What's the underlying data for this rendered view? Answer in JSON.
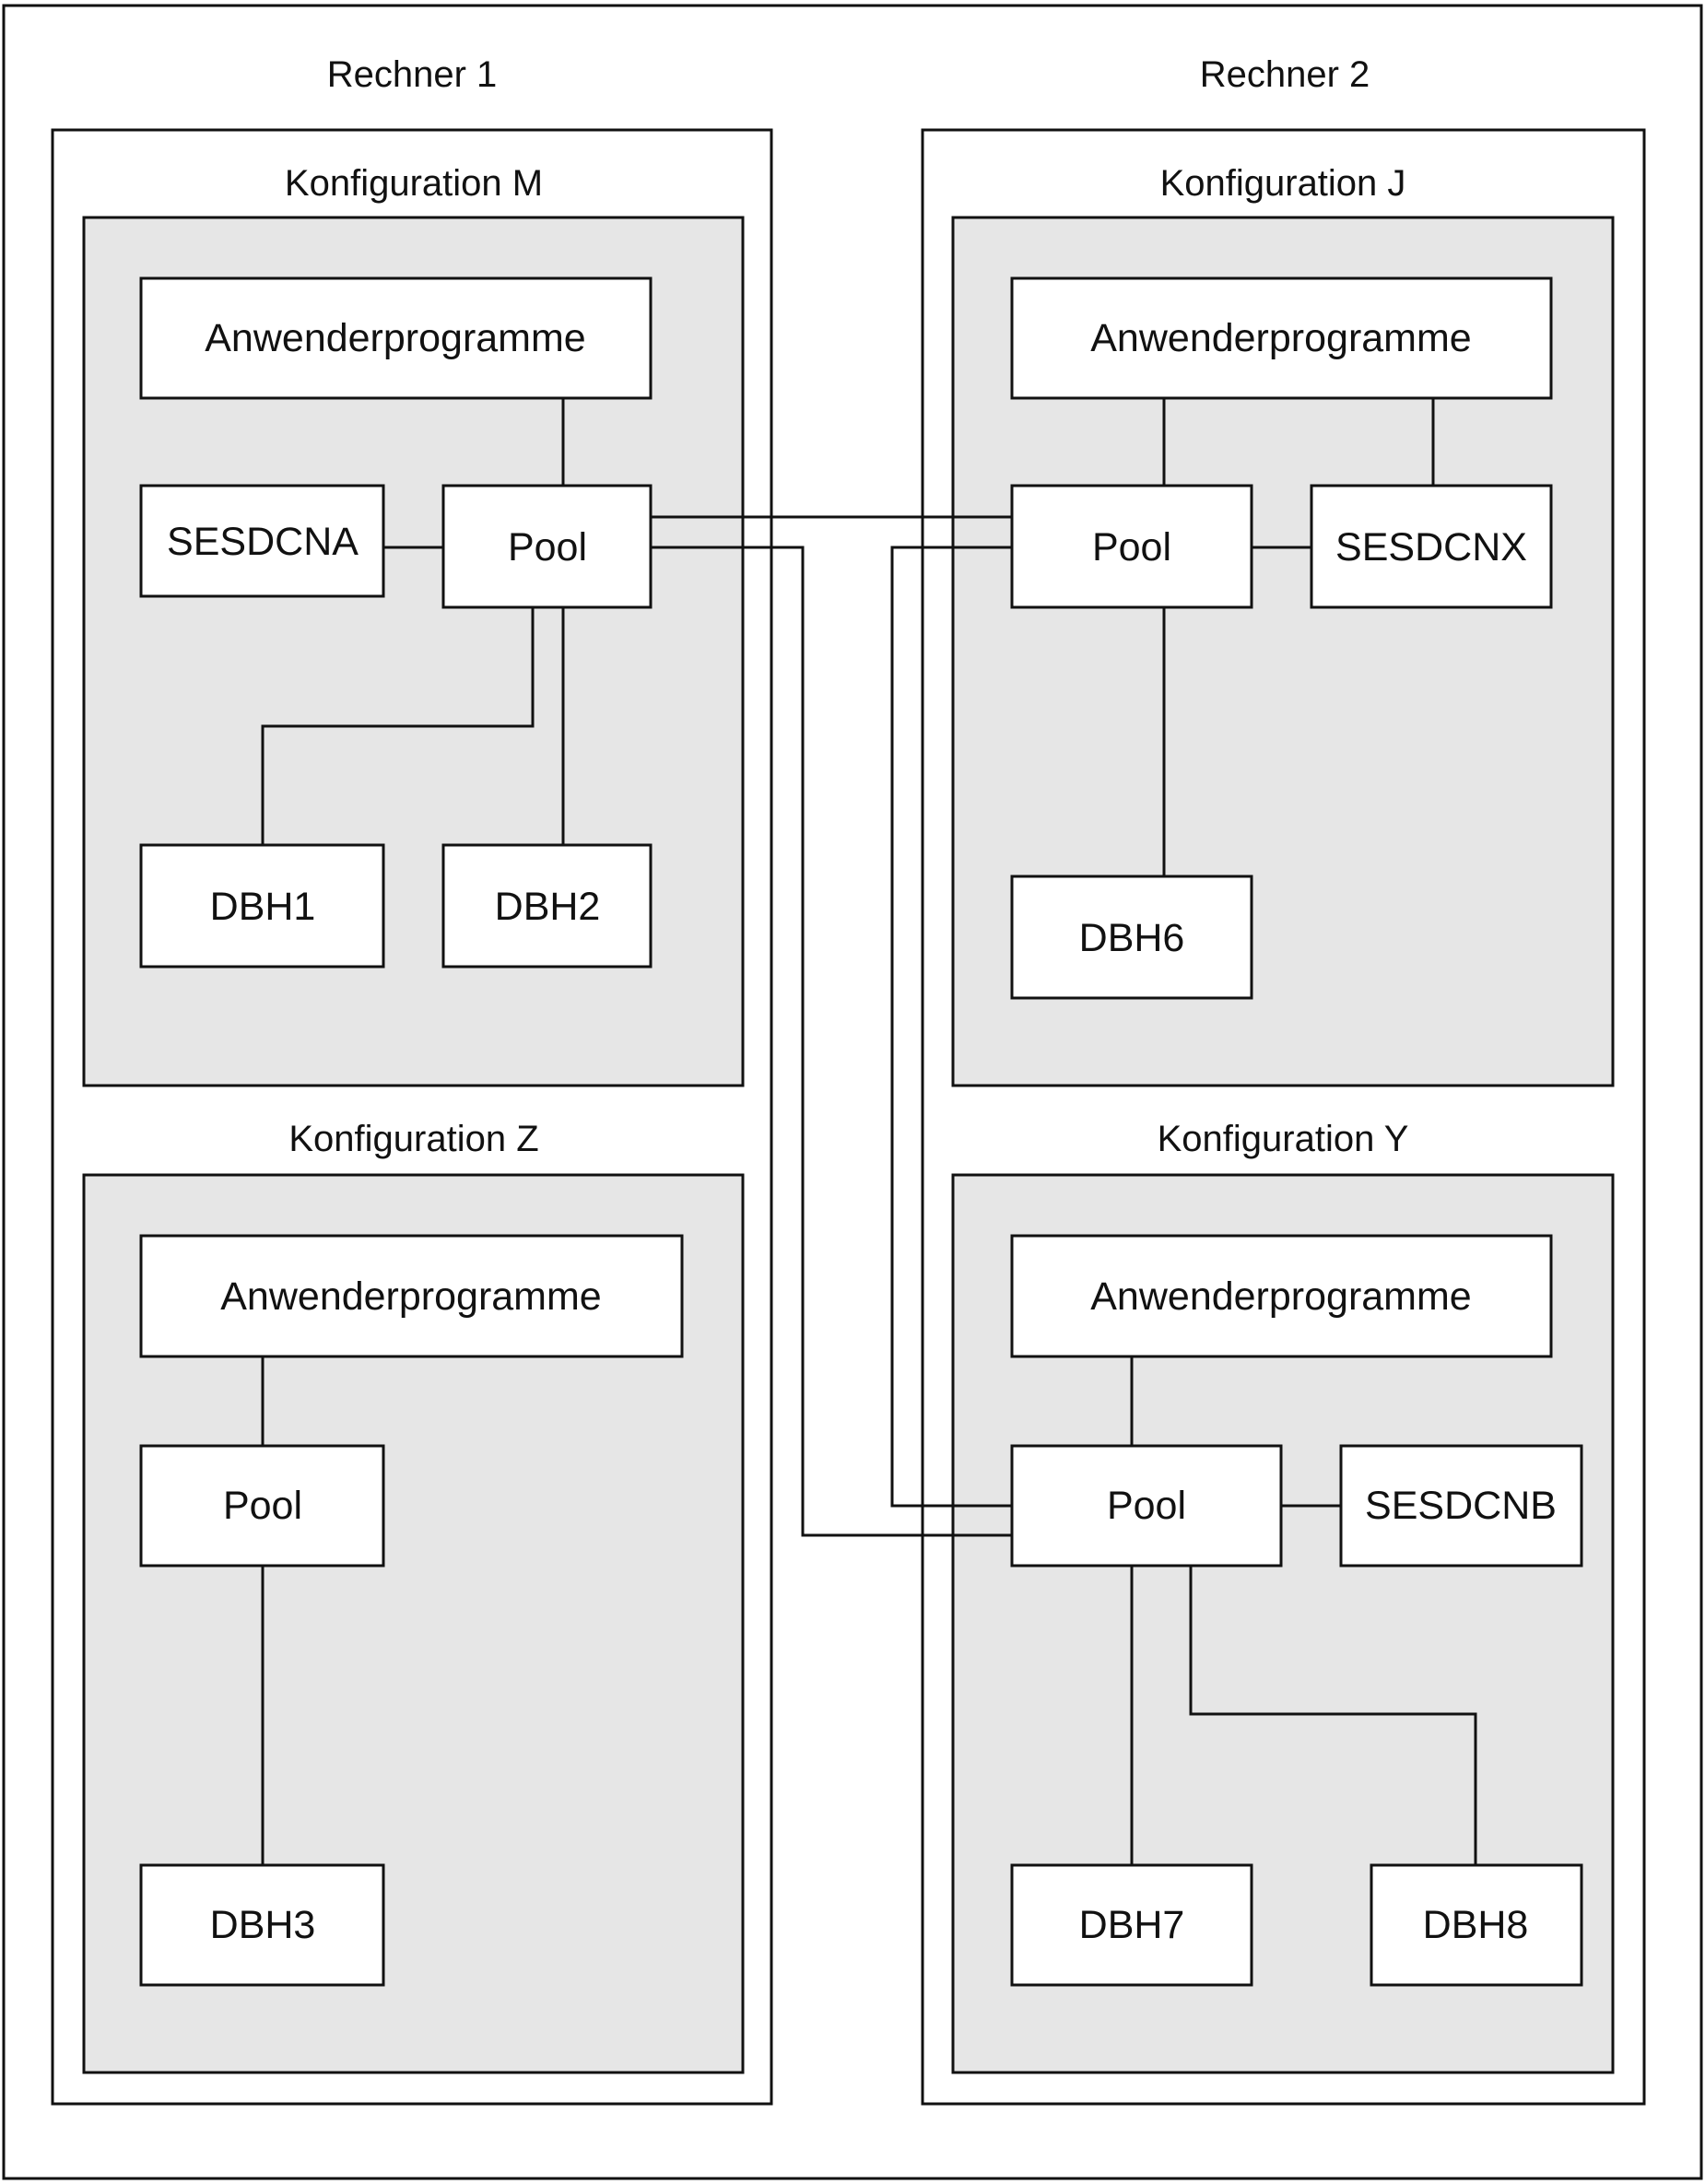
{
  "computers": [
    {
      "label": "Rechner 1",
      "configs": [
        {
          "label": "Konfiguration M",
          "nodes": {
            "apps": "Anwenderprogramme",
            "session": "SESDCNA",
            "pool": "Pool",
            "dbh_a": "DBH1",
            "dbh_b": "DBH2"
          }
        },
        {
          "label": "Konfiguration Z",
          "nodes": {
            "apps": "Anwenderprogramme",
            "pool": "Pool",
            "dbh_a": "DBH3"
          }
        }
      ]
    },
    {
      "label": "Rechner 2",
      "configs": [
        {
          "label": "Konfiguration J",
          "nodes": {
            "apps": "Anwenderprogramme",
            "pool": "Pool",
            "session": "SESDCNX",
            "dbh_a": "DBH6"
          }
        },
        {
          "label": "Konfiguration Y",
          "nodes": {
            "apps": "Anwenderprogramme",
            "pool": "Pool",
            "session": "SESDCNB",
            "dbh_a": "DBH7",
            "dbh_b": "DBH8"
          }
        }
      ]
    }
  ]
}
